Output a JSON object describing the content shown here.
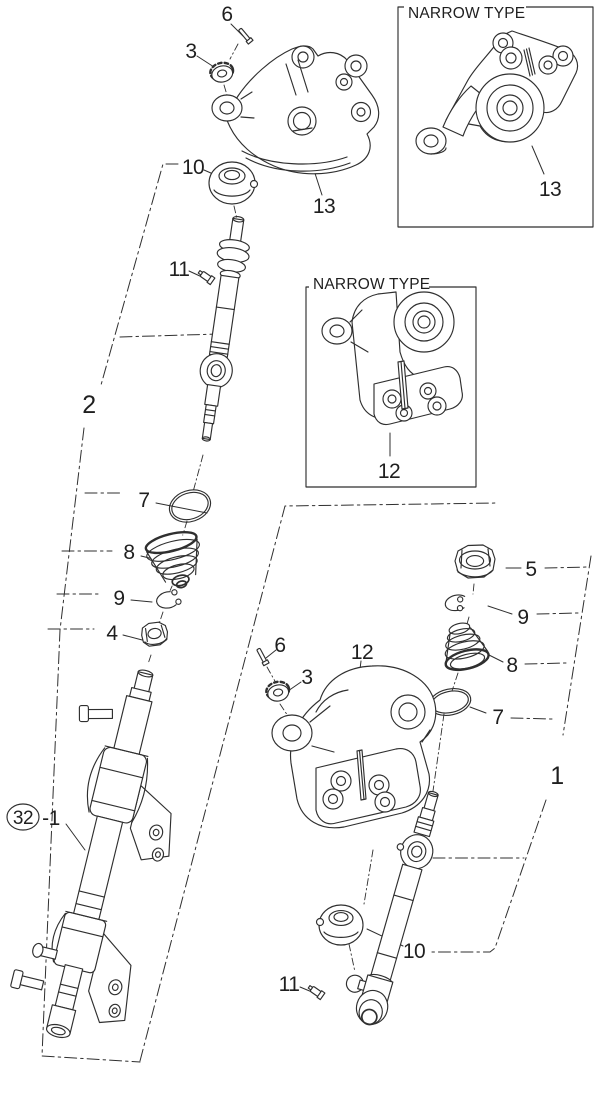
{
  "page": {
    "background": "#ffffff",
    "line_color": "#2f2f2f",
    "text_color": "#1f1f1f"
  },
  "insets": {
    "top": {
      "title": "NARROW TYPE",
      "part_label": "13"
    },
    "middle": {
      "title": "NARROW TYPE",
      "part_label": "12"
    }
  },
  "callouts": {
    "left": {
      "bolt_top": "6",
      "castle_nut_top": "3",
      "bracket_main": "13",
      "bushing": "10",
      "set_screw": "11",
      "upper_shaft_group": "2",
      "oring": "7",
      "boot": "8",
      "clip": "9",
      "nut": "4",
      "column_circled": "32",
      "column_suffix": "-1"
    },
    "right": {
      "nut": "5",
      "clip": "9",
      "boot": "8",
      "oring": "7",
      "lower_shaft_group": "1",
      "bolt": "6",
      "castle_nut": "3",
      "bracket_main": "12",
      "bushing": "10",
      "set_screw": "11"
    }
  }
}
